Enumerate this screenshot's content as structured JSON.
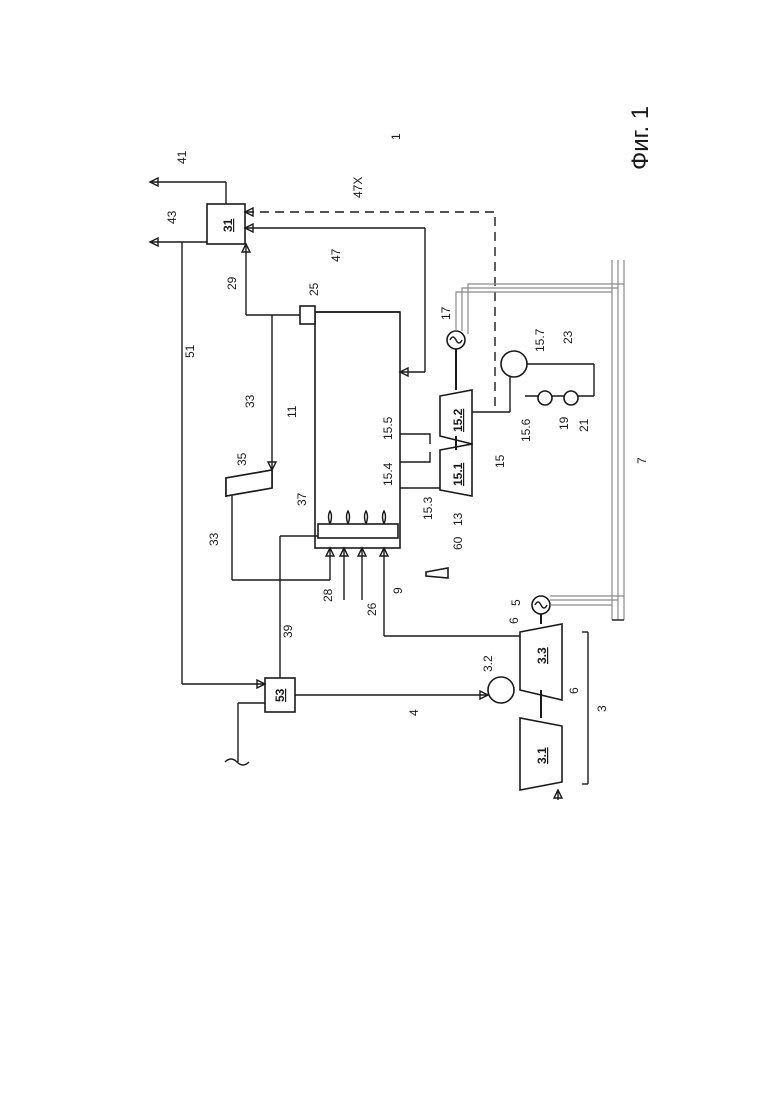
{
  "figure": {
    "caption": "Фиг. 1",
    "labels": {
      "system": "1",
      "gas_turbine": "3",
      "compressor": "3.1",
      "combustor": "3.2",
      "turbine": "3.3",
      "exhaust_line": "4",
      "generator_gt": "5",
      "shaft": "6",
      "grid": "7",
      "flue_line": "9",
      "boiler": "11",
      "steam_cycle": "13",
      "steam_turbine": "15",
      "hp_turbine": "15.1",
      "lp_turbine": "15.2",
      "hp_steam": "15.3",
      "reheat_out": "15.4",
      "reheat_in": "15.5",
      "exhaust_steam": "15.6",
      "condenser": "15.7",
      "generator_st": "17",
      "heater": "19",
      "pump": "21",
      "feedwater": "23",
      "stack_unit": "25",
      "fuel_26": "26",
      "fuel_28": "28",
      "line_29": "29",
      "separator": "31",
      "recirc_line": "33",
      "fan": "35",
      "burner": "37",
      "line_39": "39",
      "outlet_41": "41",
      "outlet_43": "43",
      "line_47": "47",
      "line_47x": "47X",
      "line_51": "51",
      "mixer": "53",
      "fan_60": "60"
    }
  }
}
